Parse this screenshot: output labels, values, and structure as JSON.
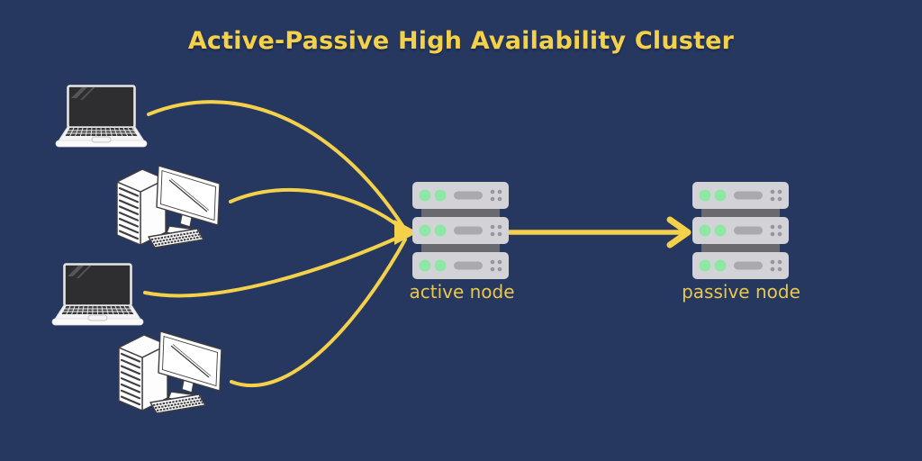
{
  "title": "Active-Passive High Availability Cluster",
  "nodes": {
    "active": {
      "label": "active node",
      "role": "active"
    },
    "passive": {
      "label": "passive node",
      "role": "passive"
    }
  },
  "clients": [
    {
      "type": "laptop"
    },
    {
      "type": "desktop"
    },
    {
      "type": "laptop"
    },
    {
      "type": "desktop"
    }
  ],
  "colors": {
    "background": "#263760",
    "accent_yellow": "#f4d14b",
    "label_yellow": "#e8c84e",
    "server_body": "#d3d3d7",
    "server_connector": "#696970",
    "led_green": "#8ee7a5"
  }
}
